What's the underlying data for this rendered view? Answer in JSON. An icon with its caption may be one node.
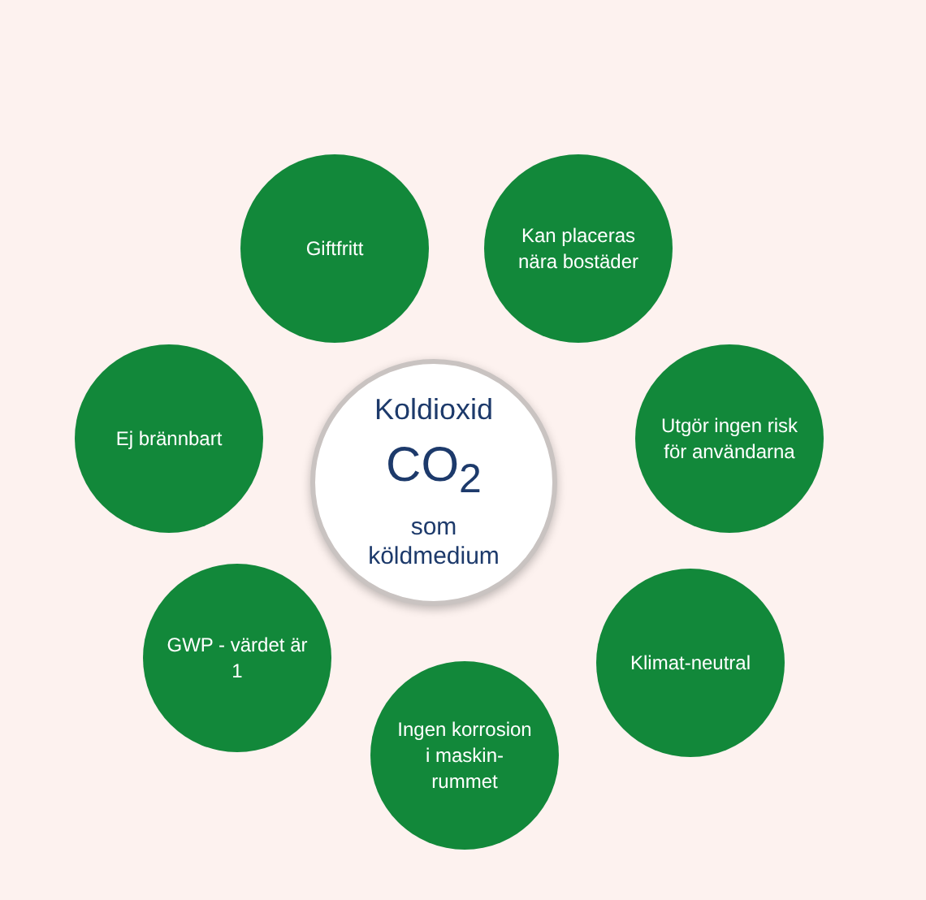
{
  "diagram": {
    "nodes": [
      {
        "text": [
          "Koldioxid",
          "CO$_{2}$",
          "som köldmedium"
        ]
      },
      {
        "text": [
          "Giftfritt"
        ]
      },
      {
        "text": [
          "Kan placeras nära bostäder"
        ]
      },
      {
        "text": [
          "Utgör ingen risk för användarna"
        ]
      },
      {
        "text": [
          "Klimat-neutral"
        ]
      },
      {
        "text": [
          "Ingen korrosion i maskin-rummet"
        ]
      },
      {
        "text": [
          "GWP - värdet är 1"
        ]
      },
      {
        "text": [
          "Ej brännbart"
        ]
      }
    ]
  }
}
